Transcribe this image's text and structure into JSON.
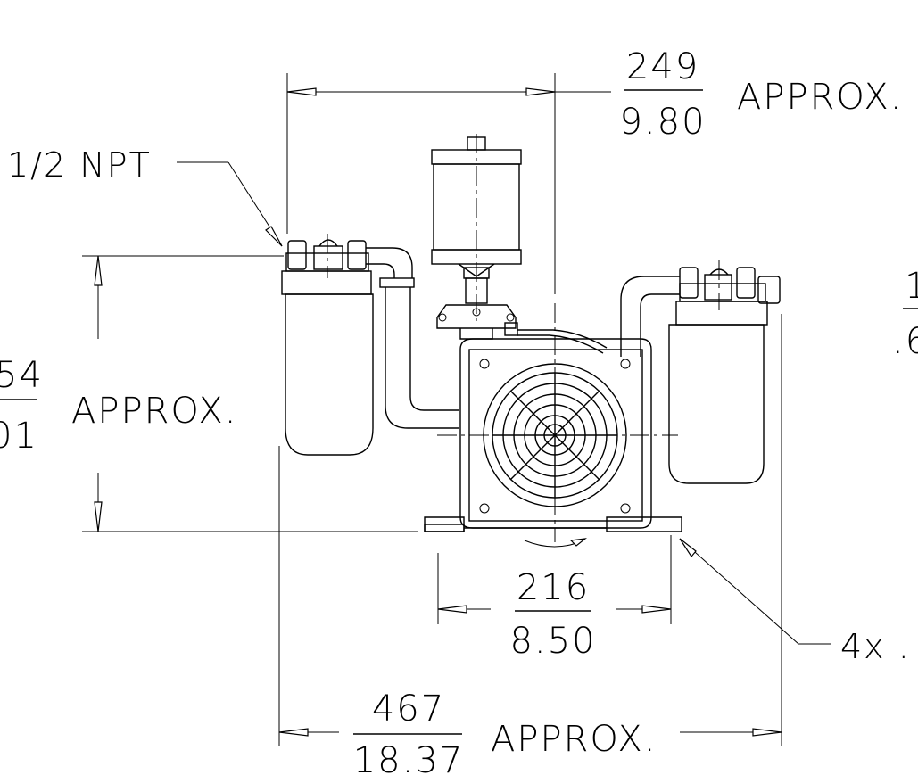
{
  "dimensions": {
    "top_width": {
      "metric": "249",
      "imperial": "9.80",
      "note": "APPROX."
    },
    "left_height": {
      "metric": "54",
      "imperial": "01",
      "note": "APPROX."
    },
    "base_width": {
      "metric": "216",
      "imperial": "8.50"
    },
    "overall_width": {
      "metric": "467",
      "imperial": "18.37",
      "note": "APPROX."
    },
    "right_partial": {
      "metric": "1",
      "imperial": ".6"
    }
  },
  "callouts": {
    "port": "1/2 NPT",
    "mounting_holes": "4x ."
  }
}
